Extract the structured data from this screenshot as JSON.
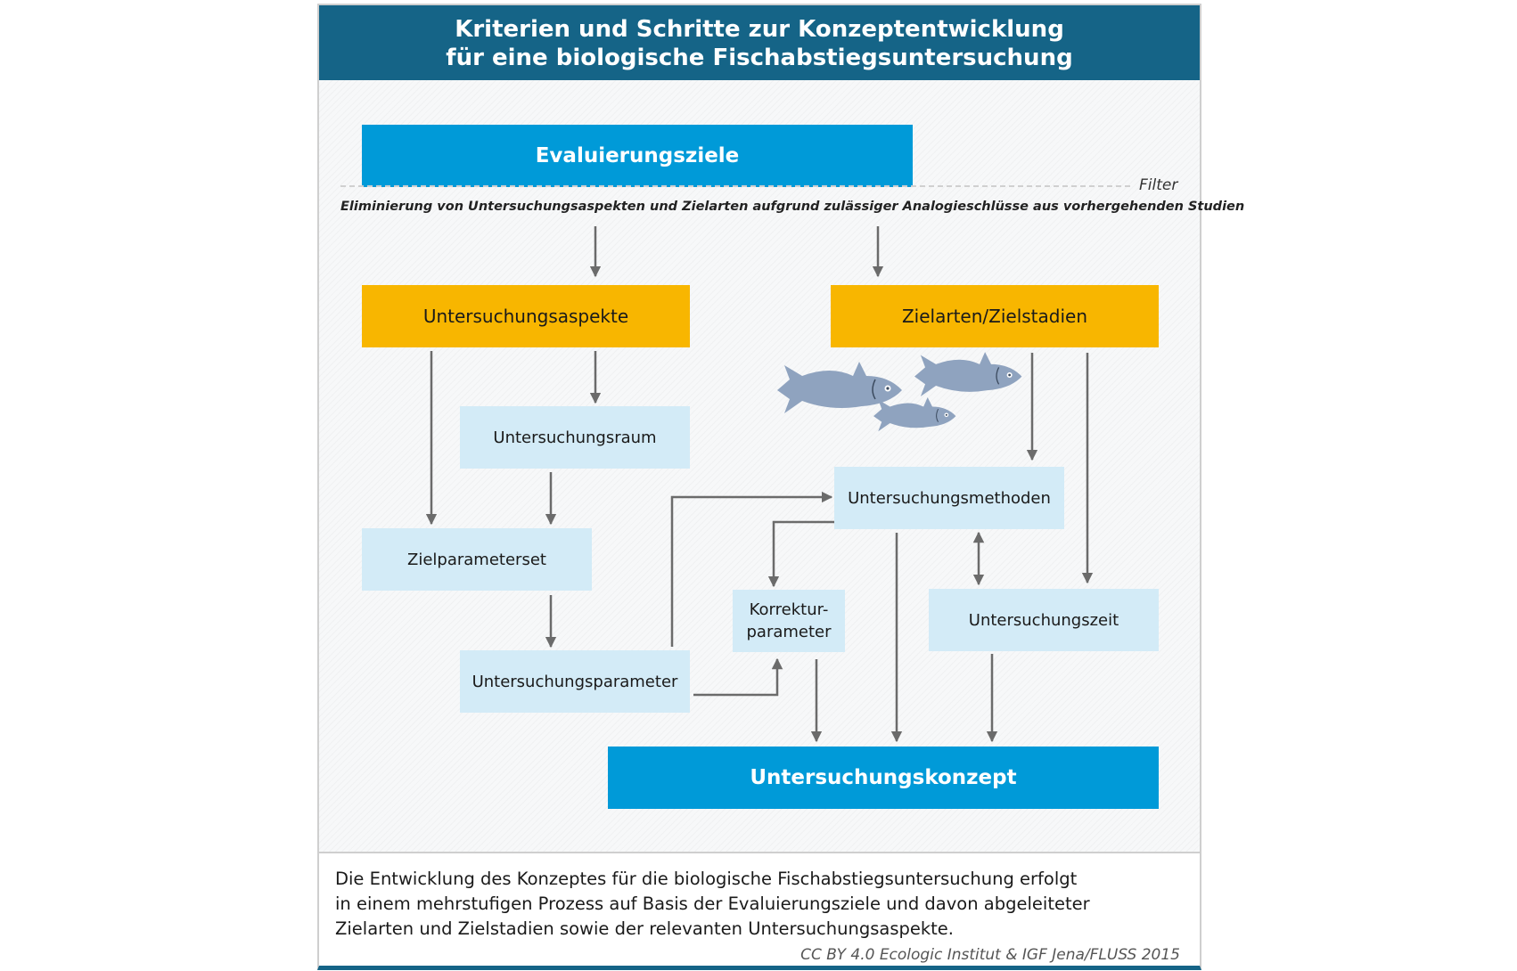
{
  "header": {
    "title_line1": "Kriterien und Schritte zur Konzeptentwicklung",
    "title_line2": "für eine biologische Fischabstiegsuntersuchung"
  },
  "diagram": {
    "evaluierungsziele": "Evaluierungsziele",
    "filter_label": "Filter",
    "filter_note": "Eliminierung von Untersuchungsaspekten und Zielarten aufgrund zulässiger Analogieschlüsse aus vorhergehenden Studien",
    "untersuchungsaspekte": "Untersuchungsaspekte",
    "zielarten": "Zielarten/Zielstadien",
    "untersuchungsraum": "Untersuchungsraum",
    "zielparameterset": "Zielparameterset",
    "untersuchungsparameter": "Untersuchungsparameter",
    "untersuchungsmethoden": "Untersuchungsmethoden",
    "korrektur_line1": "Korrektur-",
    "korrektur_line2": "parameter",
    "untersuchungszeit": "Untersuchungszeit",
    "untersuchungskonzept": "Untersuchungskonzept"
  },
  "caption": {
    "line1": "Die Entwicklung des Konzeptes für die biologische Fischabstiegsuntersuchung erfolgt",
    "line2": "in einem mehrstufigen Prozess auf Basis der Evaluierungsziele und davon abgeleiteter",
    "line3": "Zielarten und Zielstadien sowie der relevanten Untersuchungsaspekte."
  },
  "credit": "CC BY 4.0  Ecologic Institut & IGF Jena/FLUSS 2015",
  "colors": {
    "header_bg": "#156487",
    "primary_box": "#009ad8",
    "aspect_box": "#f8b600",
    "step_box": "#d3ebf7",
    "arrow": "#6b6b6b",
    "fish": "#8fa3bf"
  },
  "icons": [
    "fish-icon",
    "fish-icon",
    "fish-icon"
  ]
}
